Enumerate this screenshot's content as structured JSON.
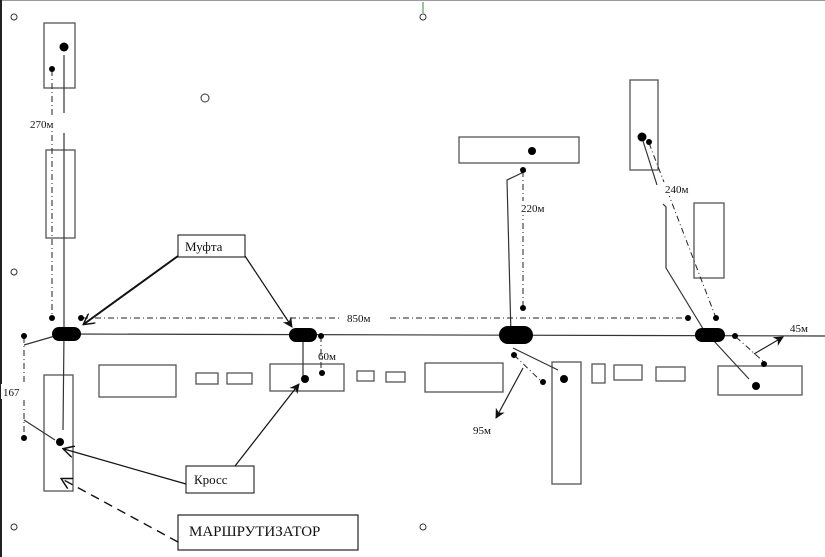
{
  "diagram": {
    "title": "Схема прокладки кабеля",
    "colors": {
      "line": "#333333",
      "box": "#555555",
      "node": "#000000",
      "background": "#ffffff"
    },
    "callouts": {
      "coupling": "Муфта",
      "cross": "Кросс",
      "router": "МАРШРУТИЗАТОР"
    },
    "distances": {
      "north_branch": "270м",
      "main_trunk": "850м",
      "local_drop_1": "60м",
      "north_branch_2": "220м",
      "south_branch": "95м",
      "northeast_branch": "240м",
      "east_drop": "45м",
      "south_west_drop": "167"
    },
    "nodes": [
      {
        "name": "coupling-1",
        "type": "coupling"
      },
      {
        "name": "coupling-2",
        "type": "coupling"
      },
      {
        "name": "coupling-3",
        "type": "coupling"
      },
      {
        "name": "coupling-4",
        "type": "coupling"
      }
    ],
    "icons": [
      "handle-icon",
      "coupling-icon",
      "node-dot-icon",
      "arrow-icon"
    ]
  }
}
